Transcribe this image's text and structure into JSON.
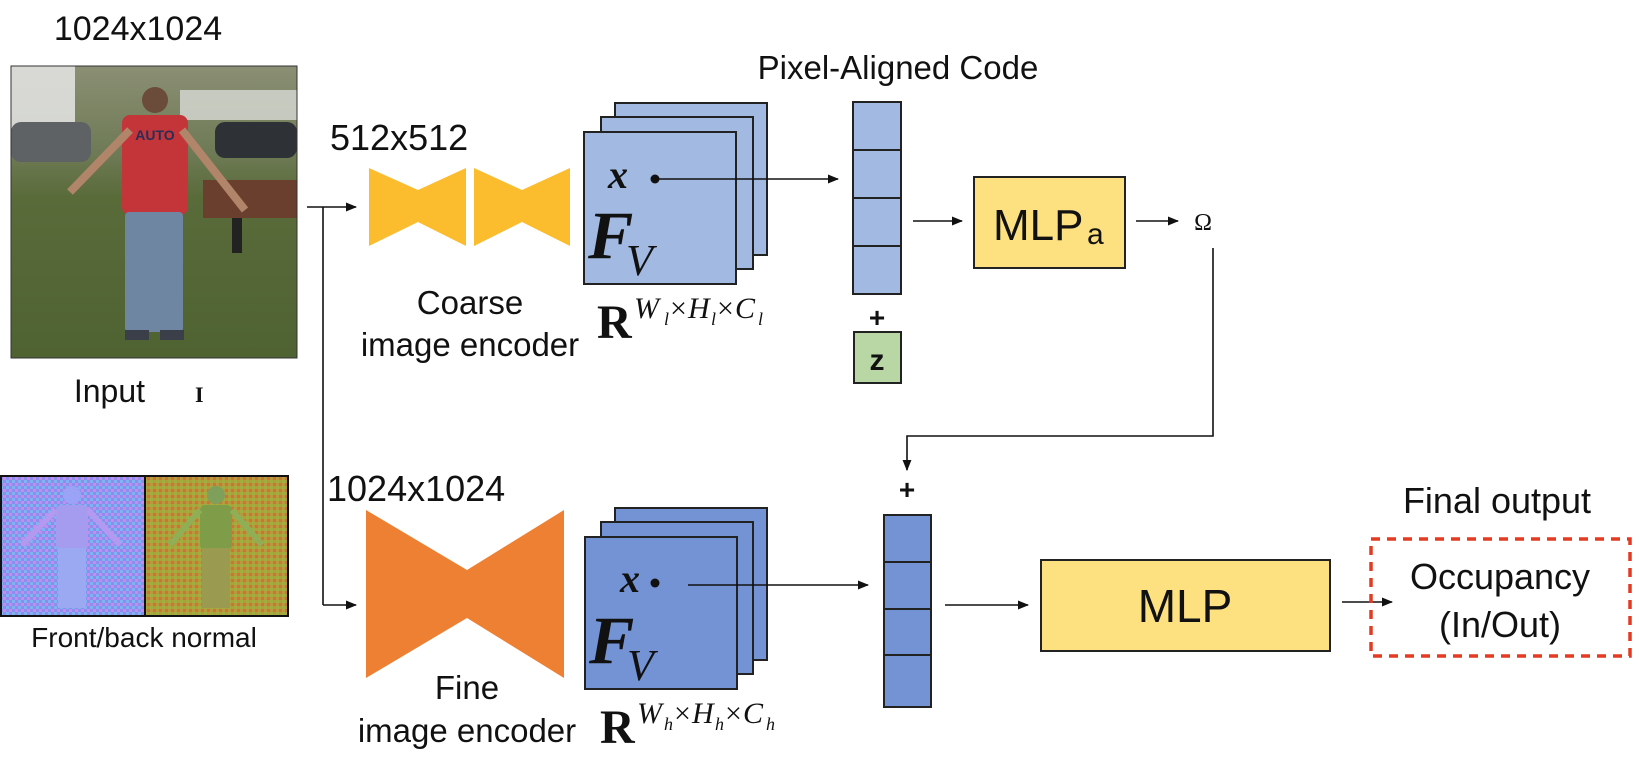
{
  "colors": {
    "coarse_encoder": "#FBBD2E",
    "fine_encoder": "#EE8033",
    "coarse_feature": "#A2B9E2",
    "fine_feature": "#7493D4",
    "mlp": "#FDE080",
    "z_box": "#B8D7A4",
    "output_border": "#E33B22"
  },
  "input": {
    "resolution": "1024x1024",
    "label": "Input",
    "label_symbol": "I",
    "normal_label": "Front/back normal"
  },
  "coarse": {
    "resolution": "512x512",
    "encoder_label_line1": "Coarse",
    "encoder_label_line2": "image encoder",
    "feature_point": "x",
    "feature_name": "F",
    "feature_sub": "V",
    "space_base": "R",
    "space_exp": "W_l×H_l×C_l",
    "space_w": "W",
    "space_h": "H",
    "space_c": "C",
    "space_sub": "l",
    "times": "×"
  },
  "code": {
    "title": "Pixel-Aligned Code",
    "plus": "+",
    "z_label": "z"
  },
  "mlp_a": {
    "label": "MLP",
    "sub": "a",
    "output_symbol": "Ω"
  },
  "fine": {
    "resolution": "1024x1024",
    "encoder_label_line1": "Fine",
    "encoder_label_line2": "image encoder",
    "feature_point": "x",
    "feature_name": "F",
    "feature_sub": "V",
    "space_base": "R",
    "space_w": "W",
    "space_h": "H",
    "space_c": "C",
    "space_sub": "h",
    "times": "×",
    "plus": "+"
  },
  "mlp": {
    "label": "MLP"
  },
  "output": {
    "title": "Final output",
    "line1": "Occupancy",
    "line2": "(In/Out)"
  }
}
